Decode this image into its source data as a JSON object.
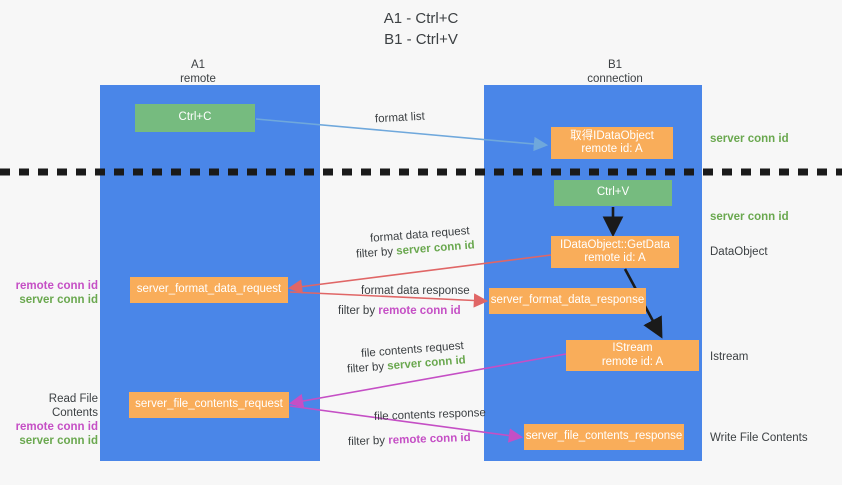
{
  "title": {
    "line1": "A1 - Ctrl+C",
    "line2": "B1 - Ctrl+V"
  },
  "lanes": [
    {
      "id": "a1",
      "name": "A1",
      "role": "remote",
      "color": "#4a86e8"
    },
    {
      "id": "b1",
      "name": "B1",
      "role": "connection",
      "color": "#4a86e8"
    }
  ],
  "colors": {
    "lane": "#4a86e8",
    "green_box": "#76bb7f",
    "orange_box": "#f9ad5a",
    "server_conn_id": "#6aa84f",
    "remote_conn_id": "#c54fc5",
    "arrow_blue": "#6fa8dc",
    "arrow_red": "#e06666",
    "arrow_magenta": "#c54fc5",
    "arrow_dark": "#1a1a1a",
    "background": "#f7f7f7"
  },
  "boxes": {
    "ctrl_c": {
      "label": "Ctrl+C"
    },
    "ctrl_v": {
      "label": "Ctrl+V"
    },
    "idataobject_top": {
      "line1": "取得IDataObject",
      "line2": "remote id: A"
    },
    "idataobject_getdata": {
      "line1": "IDataObject::GetData",
      "line2": "remote id: A"
    },
    "istream": {
      "line1": "IStream",
      "line2": "remote id: A"
    },
    "server_format_data_request": {
      "label": "server_format_data_request"
    },
    "server_format_data_response": {
      "label": "server_format_data_response"
    },
    "server_file_contents_request": {
      "label": "server_file_contents_request"
    },
    "server_file_contents_response": {
      "label": "server_file_contents_response"
    }
  },
  "captions": {
    "format_list": "format list",
    "format_data_request": "format data request",
    "format_data_filter_prefix": "filter by ",
    "format_data_filter_server": "server conn id",
    "format_data_response": "format data response",
    "format_data_response_filter_prefix": "filter by ",
    "format_data_response_filter_remote": "remote conn id",
    "file_contents_request": "file contents request",
    "file_contents_filter_prefix": "filter by ",
    "file_contents_filter_server": "server conn id",
    "file_contents_response": "file contents response",
    "file_contents_response_filter_prefix": "filter by ",
    "file_contents_response_filter_remote": "remote conn id"
  },
  "right_labels": {
    "server_conn_id_top": "server conn id",
    "server_conn_id_mid": "server conn id",
    "dataobject": "DataObject",
    "istream": "Istream",
    "write_file_contents": "Write File Contents"
  },
  "left_labels": {
    "remote_conn_id_1": "remote conn id",
    "server_conn_id_1": "server conn id",
    "read_file_contents": "Read File Contents",
    "remote_conn_id_2": "remote conn id",
    "server_conn_id_2": "server conn id"
  }
}
